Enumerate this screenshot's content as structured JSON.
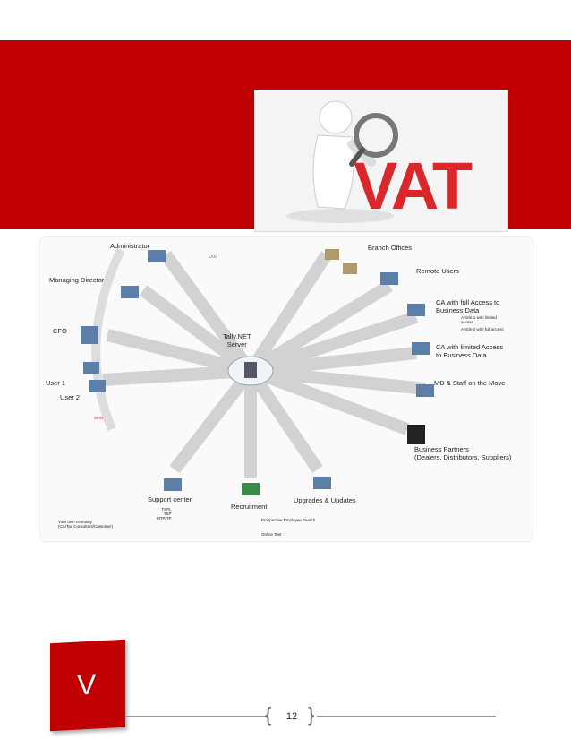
{
  "header": {
    "banner_color": "#c00000",
    "image_text": "VAT"
  },
  "diagram": {
    "server_label": "Tally.NET\nServer",
    "left_nodes": [
      "Administrator",
      "Managing Director",
      "CFO",
      "User 1",
      "User 2"
    ],
    "right_nodes": [
      "Branch Offices",
      "Remote Users",
      "CA with full Access to\nBusiness Data",
      "CA with limited Access\nto Business Data",
      "MD & Staff on the Move",
      "Business Partners\n(Dealers, Distributors, Suppliers)"
    ],
    "bottom_nodes": [
      "Support center",
      "Recruitment",
      "Upgrades & Updates"
    ],
    "ca_notes": [
      "Article 1 with limited\naccess",
      "Article 2 with full access"
    ],
    "support_list": "TSPL\nTSP\nMTP/TP",
    "community_note": "Your own comunity\n(CA/Tax Consultant/Customer)",
    "recruit_list": [
      "Prospective Employee Search",
      "Online Test"
    ],
    "ring_labels": [
      "LAN",
      "WAN"
    ]
  },
  "footer": {
    "chapter_letter": "V",
    "page_number": "12"
  }
}
